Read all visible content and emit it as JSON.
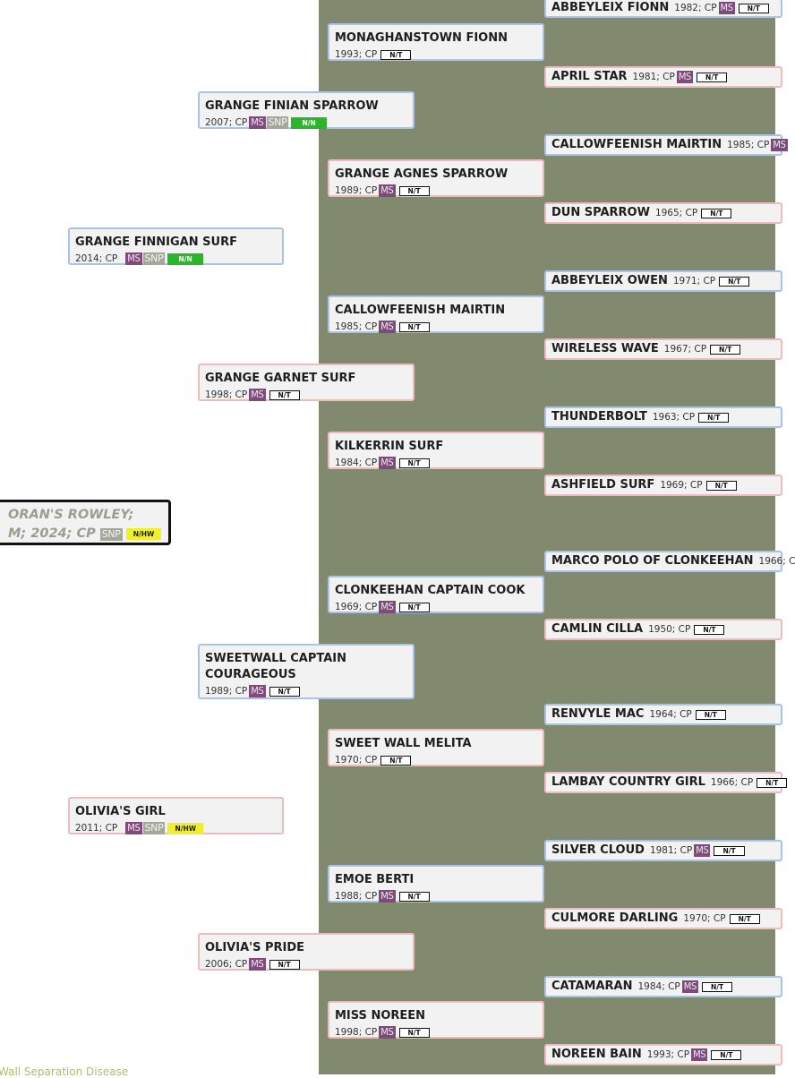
{
  "subject": {
    "name": "ORAN'S ROWLEY;",
    "info": "M; 2024; CP",
    "snp": "SNP",
    "test": "N/HW"
  },
  "footer": "Wall Separation Disease",
  "gen1": [
    {
      "name": "GRANGE FINNIGAN SURF",
      "info": "2014; CP",
      "ms": "MS",
      "snp": "SNP",
      "test": "N/N"
    },
    {
      "name": "OLIVIA'S GIRL",
      "info": "2011; CP",
      "ms": "MS",
      "snp": "SNP",
      "test": "N/HW"
    }
  ],
  "gen2": [
    {
      "name": "GRANGE FINIAN SPARROW",
      "info": "2007; CP",
      "ms": "MS",
      "snp": "SNP",
      "test": "N/N"
    },
    {
      "name": "GRANGE GARNET SURF",
      "info": "1998; CP",
      "ms": "MS",
      "test": "N/T"
    },
    {
      "name": "SWEETWALL CAPTAIN",
      "name2": "COURAGEOUS",
      "info": "1989; CP",
      "ms": "MS",
      "test": "N/T"
    },
    {
      "name": "OLIVIA'S PRIDE",
      "info": "2006; CP",
      "ms": "MS",
      "test": "N/T"
    }
  ],
  "gen3": [
    {
      "name": "MONAGHANSTOWN FIONN",
      "info": "1993; CP",
      "test": "N/T"
    },
    {
      "name": "GRANGE AGNES SPARROW",
      "info": "1989; CP",
      "ms": "MS",
      "test": "N/T"
    },
    {
      "name": "CALLOWFEENISH MAIRTIN",
      "info": "1985; CP",
      "ms": "MS",
      "test": "N/T"
    },
    {
      "name": "KILKERRIN SURF",
      "info": "1984; CP",
      "ms": "MS",
      "test": "N/T"
    },
    {
      "name": "CLONKEEHAN CAPTAIN COOK",
      "info": "1969; CP",
      "ms": "MS",
      "test": "N/T"
    },
    {
      "name": "SWEET WALL MELITA",
      "info": "1970; CP",
      "test": "N/T"
    },
    {
      "name": "EMOE BERTI",
      "info": "1988; CP",
      "ms": "MS",
      "test": "N/T"
    },
    {
      "name": "MISS NOREEN",
      "info": "1998; CP",
      "ms": "MS",
      "test": "N/T"
    }
  ],
  "gen4": [
    {
      "name": "ABBEYLEIX FIONN",
      "info": "1982; CP",
      "ms": "MS",
      "test": "N/T"
    },
    {
      "name": "APRIL STAR",
      "info": "1981; CP",
      "ms": "MS",
      "test": "N/T"
    },
    {
      "name": "CALLOWFEENISH MAIRTIN",
      "info": "1985; CP",
      "ms": "MS"
    },
    {
      "name": "DUN SPARROW",
      "info": "1965; CP",
      "test": "N/T"
    },
    {
      "name": "ABBEYLEIX OWEN",
      "info": "1971; CP",
      "test": "N/T"
    },
    {
      "name": "WIRELESS WAVE",
      "info": "1967; CP",
      "test": "N/T"
    },
    {
      "name": "THUNDERBOLT",
      "info": "1963; CP",
      "test": "N/T"
    },
    {
      "name": "ASHFIELD SURF",
      "info": "1969; CP",
      "test": "N/T"
    },
    {
      "name": "MARCO POLO OF CLONKEEHAN",
      "info": "1966; C"
    },
    {
      "name": "CAMLIN CILLA",
      "info": "1950; CP",
      "test": "N/T"
    },
    {
      "name": "RENVYLE MAC",
      "info": "1964; CP",
      "test": "N/T"
    },
    {
      "name": "LAMBAY COUNTRY GIRL",
      "info": "1966; CP",
      "test": "N/T"
    },
    {
      "name": "SILVER CLOUD",
      "info": "1981; CP",
      "ms": "MS",
      "test": "N/T"
    },
    {
      "name": "CULMORE DARLING",
      "info": "1970; CP",
      "test": "N/T"
    },
    {
      "name": "CATAMARAN",
      "info": "1984; CP",
      "ms": "MS",
      "test": "N/T"
    },
    {
      "name": "NOREEN BAIN",
      "info": "1993; CP",
      "ms": "MS",
      "test": "N/T"
    }
  ],
  "colors": {
    "background_panel": "#81896f",
    "male_border": "#a9c3e6",
    "female_border": "#ecbcbc",
    "ms_badge": "#7e4c7a",
    "snp_badge": "#a4a89a",
    "nn_badge": "#2bb52b",
    "nhw_badge": "#f0ef2a"
  }
}
